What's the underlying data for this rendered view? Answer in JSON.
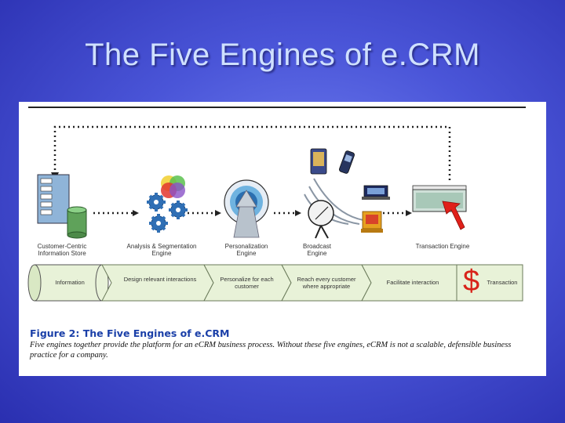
{
  "slide": {
    "title": "The Five Engines of e.CRM"
  },
  "figure": {
    "engines": [
      {
        "label": "Customer-Centric Information Store",
        "icon": "server-database-icon"
      },
      {
        "label": "Analysis & Segmentation Engine",
        "icon": "gears-icon"
      },
      {
        "label": "Personalization Engine",
        "icon": "target-icon"
      },
      {
        "label": "Broadcast Engine",
        "icon": "satellite-dish-icon"
      },
      {
        "label": "Transaction Engine",
        "icon": "cursor-arrow-icon"
      }
    ],
    "flow": {
      "start": "Information",
      "steps": [
        "Design relevant interactions",
        "Personalize for each customer",
        "Reach every customer where appropriate",
        "Facilitate interaction"
      ],
      "end": "Transaction",
      "end_symbol": "$"
    },
    "caption_title": "Figure 2: The Five Engines of e.CRM",
    "caption_text": "Five engines together provide the platform for an eCRM business process. Without these five engines, eCRM is not a scalable, defensible business practice for a company."
  }
}
